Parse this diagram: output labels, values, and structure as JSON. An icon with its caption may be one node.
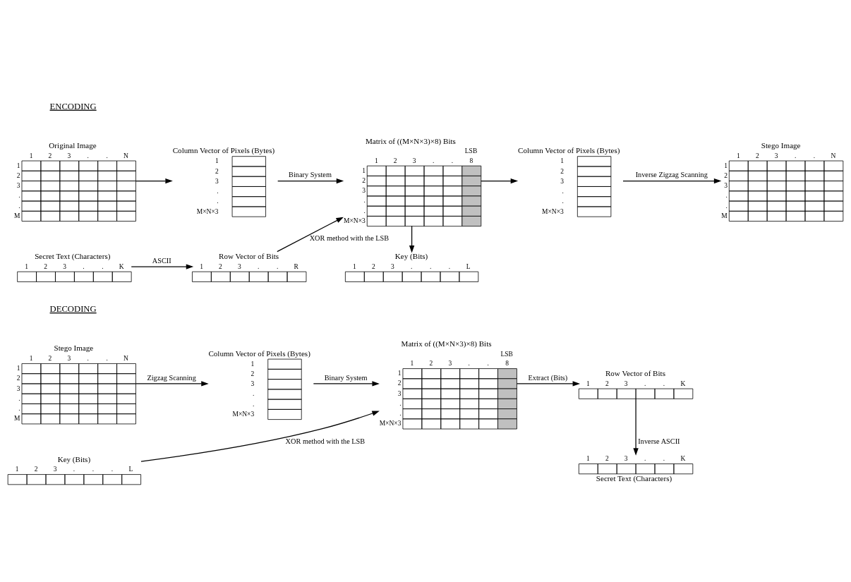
{
  "diagram": {
    "nodes": [
      {
        "text": [
          "Original Image",
          "1",
          "2",
          "3",
          ".",
          ".",
          "N",
          "1",
          "2",
          "3",
          ".",
          ".",
          "M"
        ]
      },
      {
        "text": [
          "Column Vector of Pixels (Bytes)",
          "1",
          "2",
          "3",
          ".",
          ".",
          "M×N×3"
        ]
      },
      {
        "text": [
          "Matrix of ((M×N×3)×8) Bits",
          "LSB",
          "1",
          "2",
          "3",
          ".",
          ".",
          "8",
          "1",
          "2",
          "3",
          ".",
          ".",
          "M×N×3"
        ]
      },
      {
        "text": [
          "Column Vector of Pixels (Bytes)",
          "1",
          "2",
          "3",
          ".",
          ".",
          "M×N×3"
        ]
      },
      {
        "text": [
          "Stego Image",
          "1",
          "2",
          "3",
          ".",
          ".",
          "N",
          "1",
          "2",
          "3",
          ".",
          ".",
          "M"
        ]
      },
      {
        "text": [
          "Secret Text (Characters)",
          "1",
          "2",
          "3",
          ".",
          ".",
          "K"
        ]
      },
      {
        "text": [
          "Row Vector of Bits",
          "1",
          "2",
          "3",
          ".",
          ".",
          "R"
        ]
      },
      {
        "text": [
          "Key (Bits)",
          "1",
          "2",
          "3",
          ".",
          ".",
          ".",
          "L"
        ]
      },
      {
        "text": [
          "Stego Image",
          "1",
          "2",
          "3",
          ".",
          ".",
          "N",
          "1",
          "2",
          "3",
          ".",
          ".",
          "M"
        ]
      },
      {
        "text": [
          "Column Vector of Pixels (Bytes)",
          "1",
          "2",
          "3",
          ".",
          ".",
          "M×N×3"
        ]
      },
      {
        "text": [
          "Matrix of ((M×N×3)×8) Bits",
          "LSB",
          "1",
          "2",
          "3",
          ".",
          ".",
          "8",
          "1",
          "2",
          "3",
          ".",
          ".",
          "M×N×3"
        ]
      },
      {
        "text": [
          "Row Vector of Bits",
          "1",
          "2",
          "3",
          ".",
          ".",
          "K"
        ]
      },
      {
        "text": [
          "1",
          "2",
          "3",
          ".",
          ".",
          "K",
          "Secret Text (Characters)"
        ]
      },
      {
        "text": [
          "Key (Bits)",
          "1",
          "2",
          "3",
          ".",
          ".",
          ".",
          "L"
        ]
      }
    ],
    "edges": [
      {
        "from": 0,
        "to": 1,
        "arrow": "to"
      },
      {
        "from": 1,
        "to": 2,
        "arrow": "to",
        "label": "Binary System"
      },
      {
        "from": 2,
        "to": 3,
        "arrow": "to"
      },
      {
        "from": 3,
        "to": 4,
        "arrow": "to",
        "label": "Inverse Zigzag Scanning"
      },
      {
        "from": 5,
        "to": 6,
        "arrow": "to",
        "label": "ASCII"
      },
      {
        "from": 6,
        "to": 2,
        "arrow": "to",
        "label": "XOR method with the LSB"
      },
      {
        "from": 2,
        "to": 7,
        "arrow": "to"
      },
      {
        "from": 8,
        "to": 9,
        "arrow": "to",
        "label": "Zigzag Scanning"
      },
      {
        "from": 9,
        "to": 10,
        "arrow": "to",
        "label": "Binary System"
      },
      {
        "from": 10,
        "to": 11,
        "arrow": "to",
        "label": "Extract (Bits)"
      },
      {
        "from": 11,
        "to": 12,
        "arrow": "to",
        "label": "Inverse ASCII"
      },
      {
        "from": 13,
        "to": 10,
        "arrow": "to",
        "label": "XOR method with the LSB"
      }
    ],
    "labels": [
      "ENCODING",
      "DECODING"
    ]
  }
}
